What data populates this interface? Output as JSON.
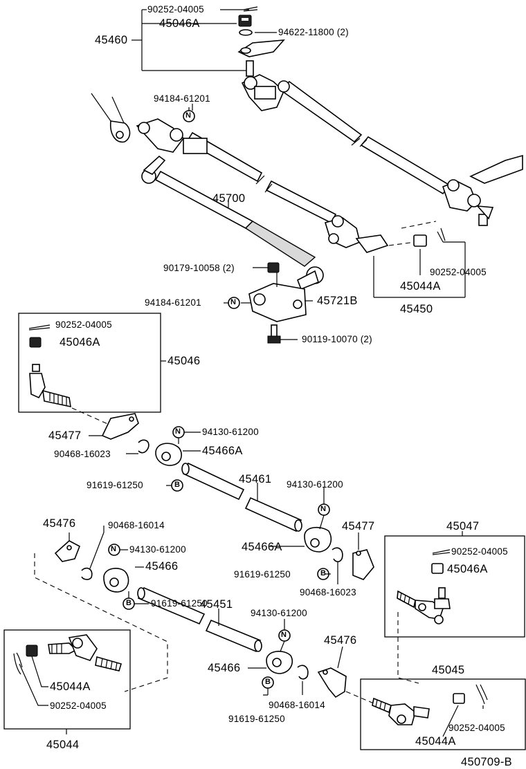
{
  "callouts": {
    "a_90252_top": "90252-04005",
    "a_45046A_top": "45046A",
    "a_45460": "45460",
    "a_94622": "94622-11800 (2)",
    "a_94184_top": "94184-61201",
    "a_45700": "45700",
    "a_90179": "90179-10058 (2)",
    "a_94184_mid": "94184-61201",
    "a_45721B": "45721B",
    "a_90119": "90119-10070 (2)",
    "a_90252_right": "90252-04005",
    "a_45044A_right": "45044A",
    "a_45450": "45450",
    "b_90252": "90252-04005",
    "b_45046A": "45046A",
    "b_45046": "45046",
    "c_45477": "45477",
    "c_90468": "90468-16023",
    "c_94130": "94130-61200",
    "c_45466A": "45466A",
    "c_91619": "91619-61250",
    "c_45461": "45461",
    "d_94130": "94130-61200",
    "d_45466A": "45466A",
    "d_45477": "45477",
    "d_91619": "91619-61250",
    "d_90468": "90468-16023",
    "e_45047": "45047",
    "e_90252": "90252-04005",
    "e_45046A": "45046A",
    "f_45476": "45476",
    "f_90468": "90468-16014",
    "f_94130": "94130-61200",
    "f_45466": "45466",
    "f_91619": "91619-61250",
    "f_45451": "45451",
    "g_94130": "94130-61200",
    "g_45476": "45476",
    "g_45466": "45466",
    "g_90468": "90468-16014",
    "g_91619": "91619-61250",
    "h_45044A": "45044A",
    "h_90252": "90252-04005",
    "h_45044": "45044",
    "i_45045": "45045",
    "i_90252": "90252-04005",
    "i_45044A": "45044A",
    "footer_code": "450709-B"
  },
  "symbols": {
    "nylon_nut_marker": "N",
    "boot_marker": "B"
  },
  "icons": [
    "cotter-pin-icon",
    "castle-nut-icon",
    "nylon-nut-icon",
    "ball-joint-icon",
    "tie-rod-tube-icon",
    "clamp-icon",
    "bracket-icon"
  ]
}
